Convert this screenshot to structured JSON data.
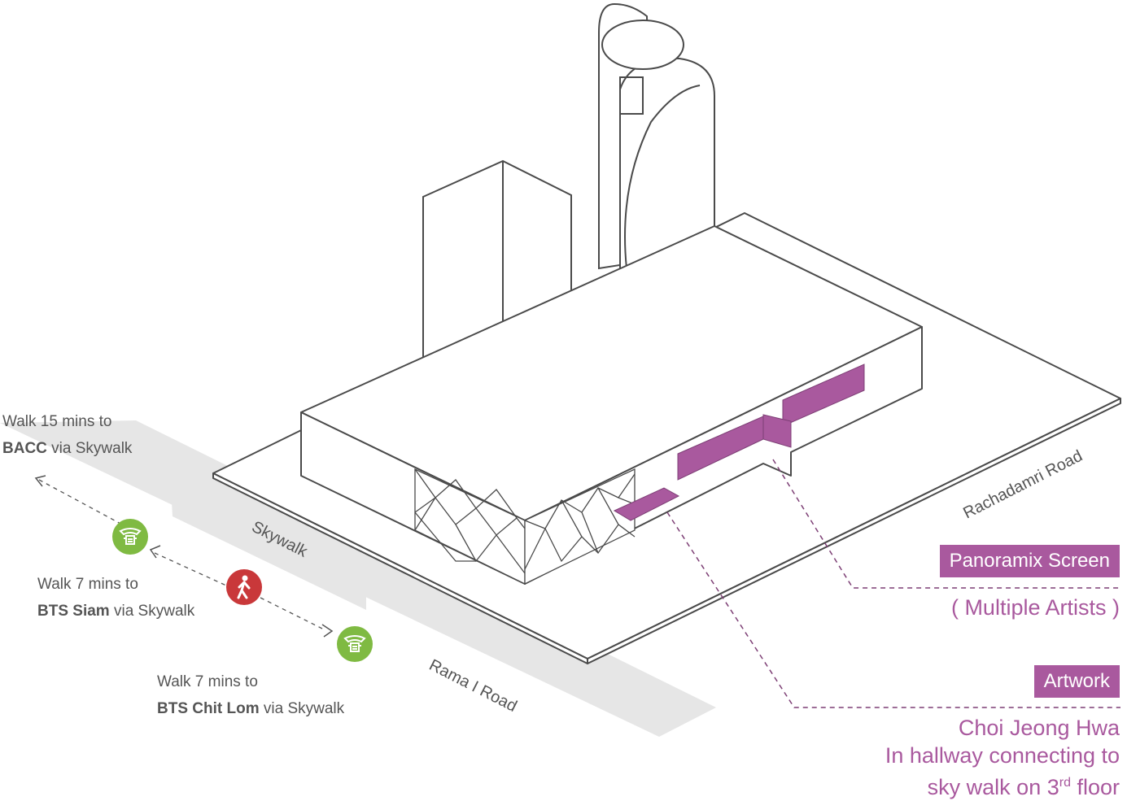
{
  "colors": {
    "accent": "#a9599e",
    "walk_icon": "#c9383a",
    "bts_icon": "#7fba42",
    "outline": "#4a4a4a",
    "sidewalk": "#e6e6e6"
  },
  "roads": {
    "skywalk": "Skywalk",
    "rama": "Rama I Road",
    "rachadamri": "Rachadamri Road"
  },
  "walks": [
    {
      "line1": "Walk 15 mins to",
      "dest": "BACC",
      "via": " via Skywalk"
    },
    {
      "line1": "Walk 7 mins to",
      "dest": "BTS Siam",
      "via": " via Skywalk"
    },
    {
      "line1": "Walk 7 mins to",
      "dest": "BTS Chit Lom",
      "via": " via Skywalk"
    }
  ],
  "icons": {
    "bts": "bts-train-icon",
    "walk": "walking-person-icon"
  },
  "callouts": {
    "panoramix": {
      "tag": "Panoramix Screen",
      "desc": "( Multiple Artists )"
    },
    "artwork": {
      "tag": "Artwork",
      "line1": "Choi Jeong Hwa",
      "line2": "In hallway connecting to",
      "line3_pre": "sky walk on 3",
      "line3_sup": "rd",
      "line3_post": " floor"
    }
  }
}
